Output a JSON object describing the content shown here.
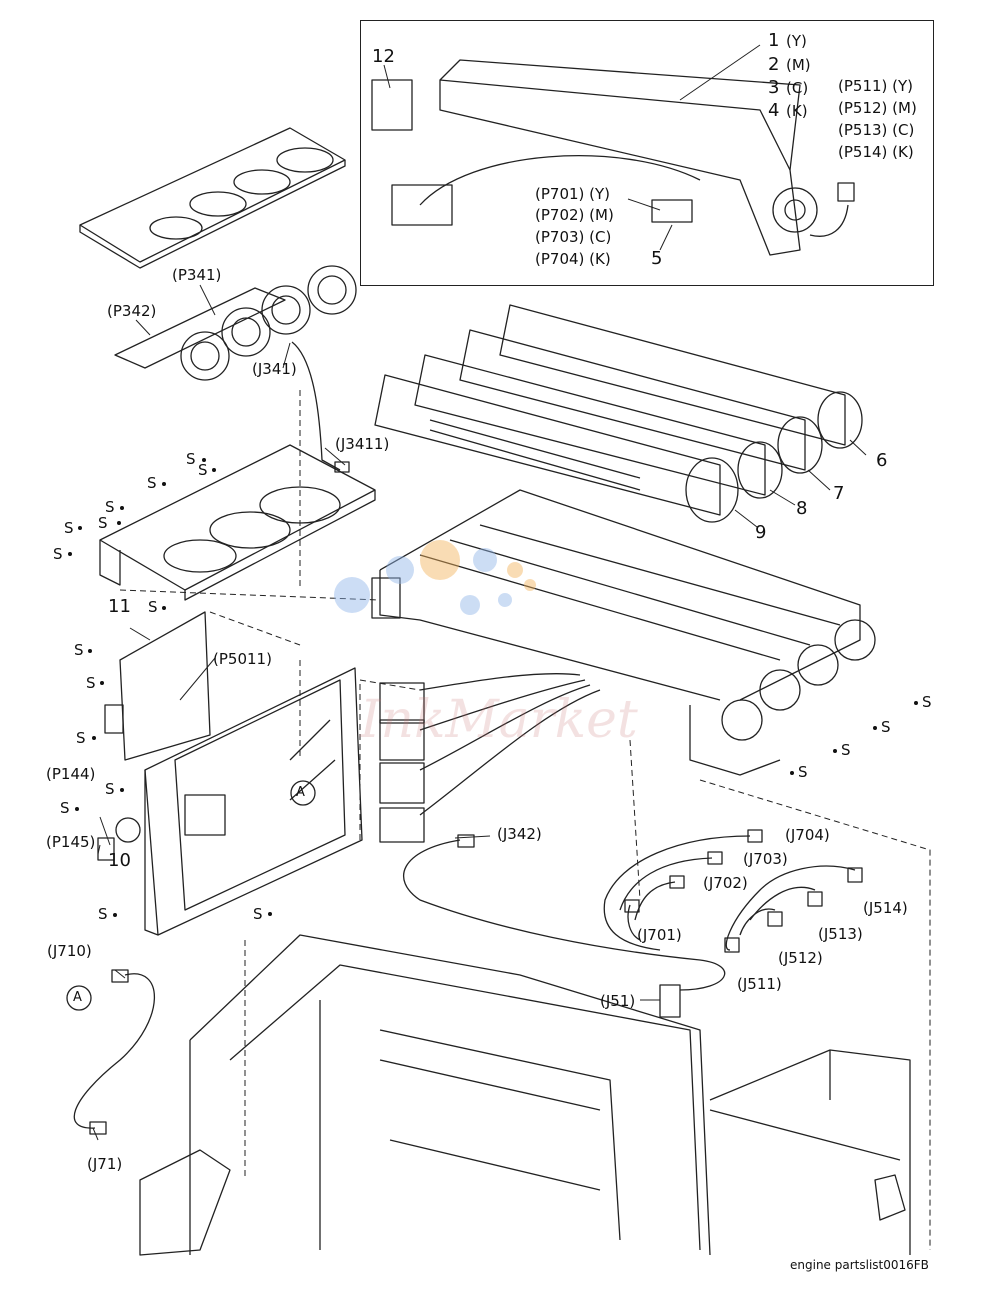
{
  "watermark": "InkMarket",
  "footer": "engine partslist0016FB",
  "callouts": {
    "n1": "1",
    "n1c": "(Y)",
    "n2": "2",
    "n2c": "(M)",
    "n3": "3",
    "n3c": "(C)",
    "n4": "4",
    "n4c": "(K)",
    "n5": "5",
    "n6": "6",
    "n7": "7",
    "n8": "8",
    "n9": "9",
    "n10": "10",
    "n11": "11",
    "n12": "12",
    "p511": "(P511) (Y)",
    "p512": "(P512) (M)",
    "p513": "(P513) (C)",
    "p514": "(P514) (K)",
    "p701": "(P701) (Y)",
    "p702": "(P702) (M)",
    "p703": "(P703) (C)",
    "p704": "(P704) (K)",
    "p341": "(P341)",
    "p342": "(P342)",
    "j341": "(J341)",
    "j3411": "(J3411)",
    "p5011": "(P5011)",
    "p144": "(P144)",
    "p145": "(P145)",
    "j342": "(J342)",
    "j704": "(J704)",
    "j703": "(J703)",
    "j702": "(J702)",
    "j701": "(J701)",
    "j514": "(J514)",
    "j513": "(J513)",
    "j512": "(J512)",
    "j511": "(J511)",
    "j51": "(J51)",
    "j710": "(J710)",
    "j71": "(J71)",
    "a1": "A",
    "a2": "A"
  },
  "screw_label": "S",
  "colors": {
    "line": "#222222",
    "watermark_blue": "#8fb4e8",
    "watermark_orange": "#f3b25a"
  }
}
